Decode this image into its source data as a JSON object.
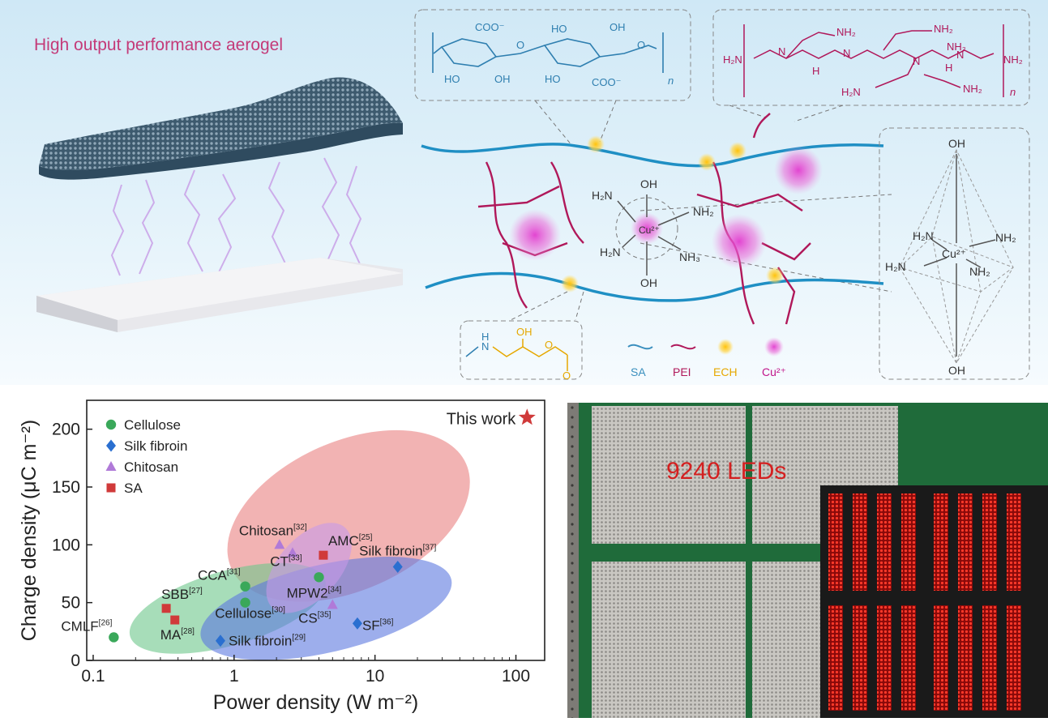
{
  "schematic": {
    "title": "High output performance aerogel",
    "sa_repeat_index": "n",
    "pei_repeat_index": "n",
    "legend": [
      {
        "label": "SA",
        "color": "#3a8fbe"
      },
      {
        "label": "PEI",
        "color": "#b0185a"
      },
      {
        "label": "ECH",
        "color": "#e6a800"
      },
      {
        "label": "Cu²⁺",
        "color": "#c0148a"
      }
    ],
    "center_complex": {
      "metal": "Cu²⁺",
      "ligands": [
        "OH",
        "NH₂",
        "NH₃",
        "OH",
        "H₂N",
        "H₂N"
      ]
    },
    "octahedron": {
      "metal": "Cu²⁺",
      "ligands": [
        "OH",
        "H₂N",
        "NH₂",
        "H₂N",
        "NH₂",
        "OH"
      ]
    },
    "ech_unit": {
      "labels": [
        "N",
        "H",
        "OH",
        "O",
        "O"
      ]
    },
    "sa_labels": [
      "COO⁻",
      "COO⁻",
      "HO",
      "OH",
      "HO",
      "OH",
      "O",
      "O",
      "HO"
    ],
    "pei_labels": [
      "NH₂",
      "NH₂",
      "NH₂",
      "H₂N",
      "NH₂",
      "H₂N",
      "NH₂",
      "N",
      "N",
      "N",
      "N",
      "H",
      "H"
    ]
  },
  "chart_data": {
    "type": "scatter",
    "xlabel": "Power density (W m⁻²)",
    "ylabel": "Charge density (μC m⁻²)",
    "xscale": "log",
    "xlim": [
      0.09,
      160
    ],
    "ylim": [
      0,
      225
    ],
    "xticks": [
      0.1,
      1,
      10,
      100
    ],
    "xtick_labels": [
      "0.1",
      "1",
      "10",
      "100"
    ],
    "yticks": [
      0,
      50,
      100,
      150,
      200
    ],
    "ytick_labels": [
      "0",
      "50",
      "100",
      "150",
      "200"
    ],
    "legend_position": "top-left",
    "series": [
      {
        "name": "Cellulose",
        "marker": "circle",
        "color": "#3aa85a",
        "points": [
          {
            "x": 0.14,
            "y": 20,
            "label": "CMLF",
            "ref": "[26]"
          },
          {
            "x": 1.2,
            "y": 64,
            "label": "CCA",
            "ref": "[31]"
          },
          {
            "x": 1.2,
            "y": 50,
            "label": "Cellulose",
            "ref": "[30]"
          },
          {
            "x": 4.0,
            "y": 72,
            "label": "MPW2",
            "ref": "[34]"
          }
        ]
      },
      {
        "name": "Silk fibroin",
        "marker": "diamond",
        "color": "#2a6fd0",
        "points": [
          {
            "x": 0.8,
            "y": 17,
            "label": "Silk fibroin",
            "ref": "[29]"
          },
          {
            "x": 7.5,
            "y": 32,
            "label": "SF",
            "ref": "[36]"
          },
          {
            "x": 14.5,
            "y": 81,
            "label": "Silk fibroin",
            "ref": "[37]"
          }
        ]
      },
      {
        "name": "Chitosan",
        "marker": "triangle",
        "color": "#b07ad8",
        "points": [
          {
            "x": 2.1,
            "y": 100,
            "label": "Chitosan",
            "ref": "[32]"
          },
          {
            "x": 2.6,
            "y": 93,
            "label": "CT",
            "ref": "[33]"
          },
          {
            "x": 5.0,
            "y": 48,
            "label": "CS",
            "ref": "[35]"
          }
        ]
      },
      {
        "name": "SA",
        "marker": "square",
        "color": "#d03a3a",
        "points": [
          {
            "x": 0.33,
            "y": 45,
            "label": "SBB",
            "ref": "[27]"
          },
          {
            "x": 0.38,
            "y": 35,
            "label": "MA",
            "ref": "[28]"
          },
          {
            "x": 4.3,
            "y": 91,
            "label": "AMC",
            "ref": "[25]"
          }
        ]
      },
      {
        "name": "",
        "marker": "star",
        "color": "#d03a3a",
        "points": [
          {
            "x": 120,
            "y": 210,
            "label": "This work",
            "ref": ""
          }
        ]
      }
    ],
    "regions": [
      {
        "name": "red",
        "color": "#e98080"
      },
      {
        "name": "green",
        "color": "#6cc68a"
      },
      {
        "name": "blue",
        "color": "#5c78e0"
      },
      {
        "name": "purple",
        "color": "#c79ae8"
      }
    ]
  },
  "photo": {
    "caption": "9240 LEDs"
  }
}
